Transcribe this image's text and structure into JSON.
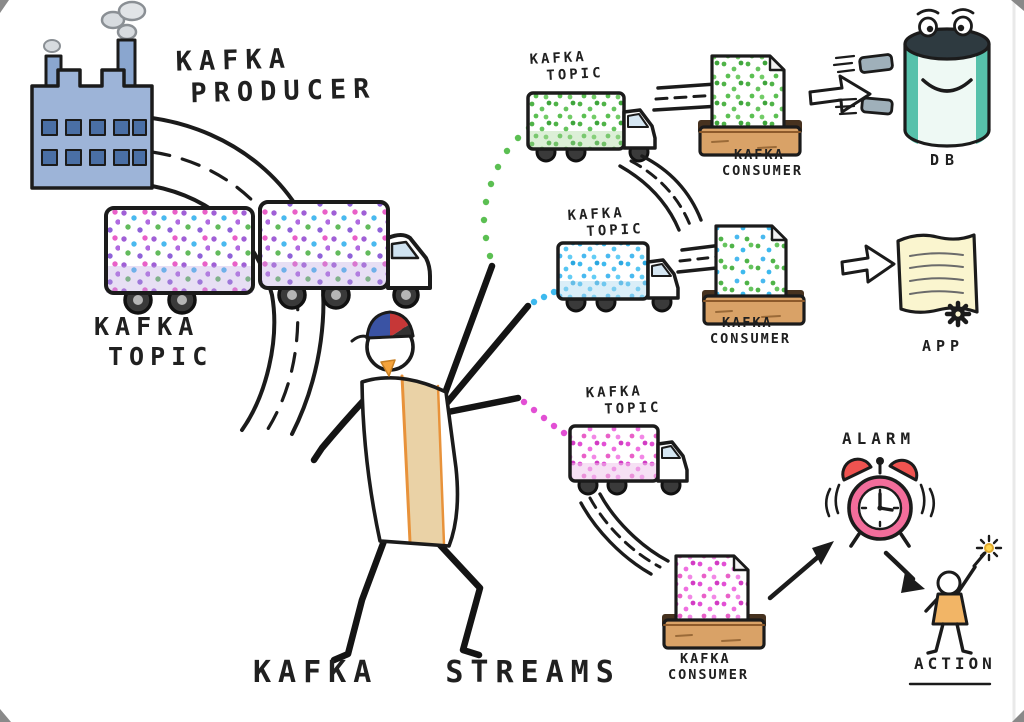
{
  "labels": {
    "producer_l1": "KAFKA",
    "producer_l2": "PRODUCER",
    "main_topic_l1": "KAFKA",
    "main_topic_l2": "TOPIC",
    "streams": "KAFKA STREAMS",
    "green_topic_l1": "KAFKA",
    "green_topic_l2": "TOPIC",
    "blue_topic_l1": "KAFKA",
    "blue_topic_l2": "TOPIC",
    "pink_topic_l1": "KAFKA",
    "pink_topic_l2": "TOPIC",
    "green_consumer_l1": "KAFKA",
    "green_consumer_l2": "CONSUMER",
    "blue_consumer_l1": "KAFKA",
    "blue_consumer_l2": "CONSUMER",
    "pink_consumer_l1": "KAFKA",
    "pink_consumer_l2": "CONSUMER",
    "db": "DB",
    "app": "APP",
    "alarm": "ALARM",
    "action": "ACTION"
  },
  "colors": {
    "ink": "#1b1b1b",
    "factory_blue": "#9db4d8",
    "window_blue": "#4a6fa5",
    "truck_dot_purple": "#a05fd6",
    "topic_green": "#53b64b",
    "topic_blue": "#3db9ee",
    "topic_pink": "#e24fd4",
    "tray_wood": "#d9a267",
    "db_teal": "#3cb79e",
    "alarm_pink": "#f26d9b",
    "alarm_bell_red": "#ef5350",
    "app_paper": "#faf5cf",
    "shirt_tan": "#ead2a6",
    "action_orange": "#f2b566"
  }
}
